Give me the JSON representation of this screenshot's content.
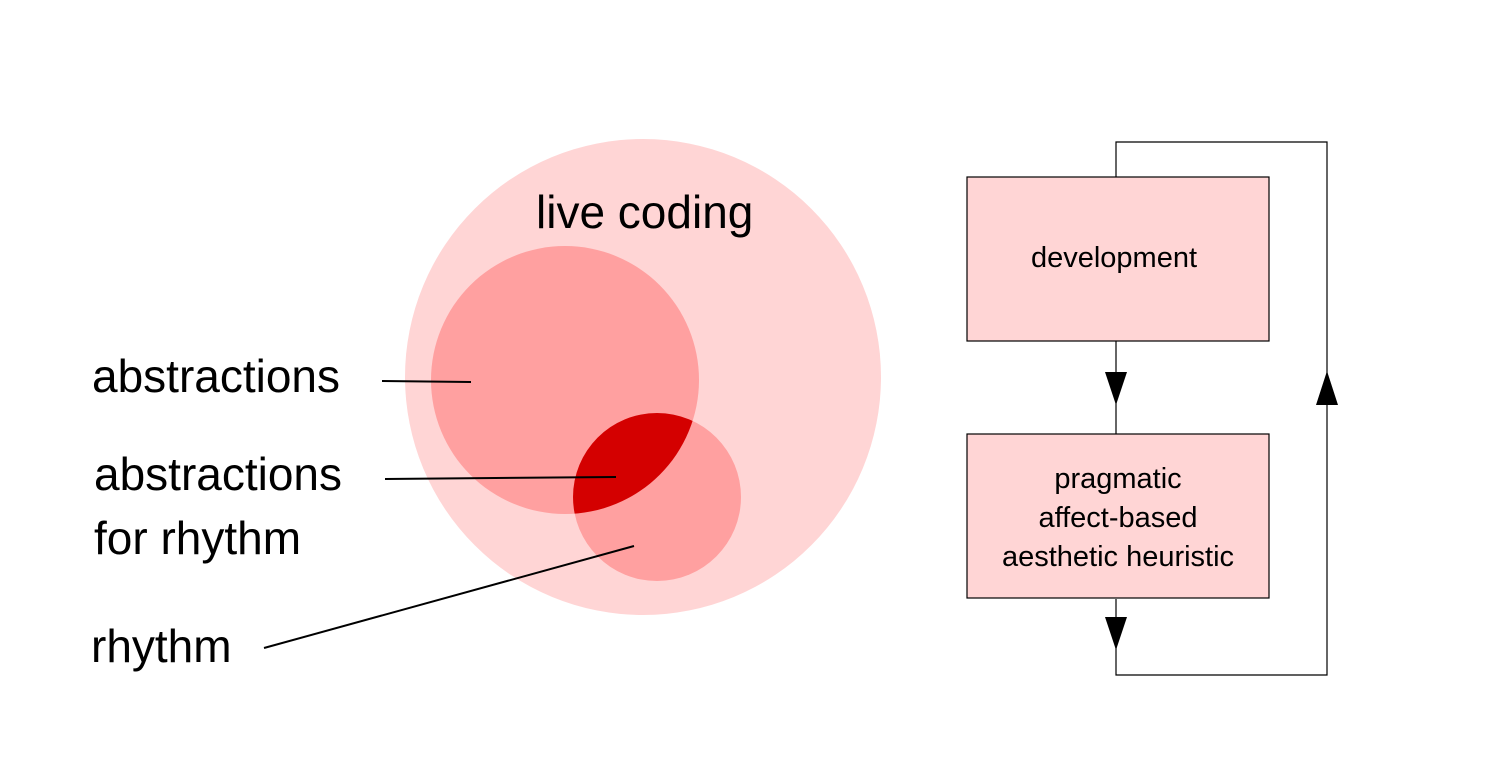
{
  "venn": {
    "outer_label": "live coding",
    "labels": {
      "abstractions": "abstractions",
      "abstractions_rhythm_line1": "abstractions",
      "abstractions_rhythm_line2": "for rhythm",
      "rhythm": "rhythm"
    },
    "colors": {
      "outer": "#ffd5d5",
      "inner": "#ffa0a0",
      "overlap": "#d40000"
    }
  },
  "flow": {
    "top_box": "development",
    "bottom_box_lines": [
      "pragmatic",
      "affect-based",
      "aesthetic heuristic"
    ],
    "colors": {
      "box_fill": "#ffd5d5",
      "stroke": "#000000"
    }
  }
}
